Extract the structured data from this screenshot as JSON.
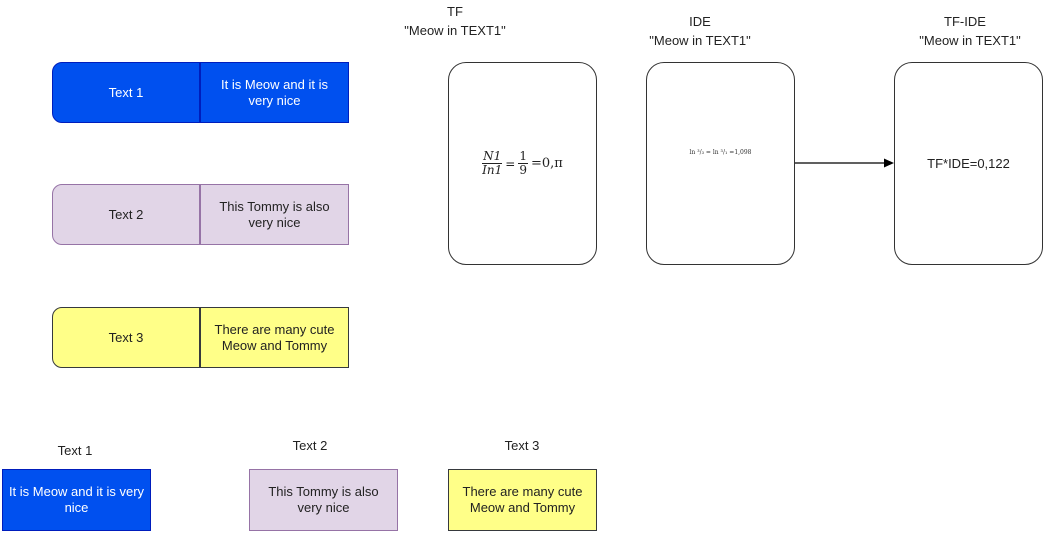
{
  "rows": [
    {
      "label": "Text 1",
      "sentence": "It is  Meow and it is very nice"
    },
    {
      "label": "Text 2",
      "sentence": "This Tommy is also very nice"
    },
    {
      "label": "Text 3",
      "sentence": "There are many cute Meow and Tommy"
    }
  ],
  "bottom": [
    {
      "title": "Text 1",
      "sentence": "It is  Meow and it is very nice"
    },
    {
      "title": "Text 2",
      "sentence": "This Tommy is also very nice"
    },
    {
      "title": "Text 3",
      "sentence": "There are many cute Meow and Tommy"
    }
  ],
  "tf": {
    "title": "TF",
    "subtitle": "\"Meow in TEXT1\"",
    "num1": "N1",
    "den1": "In1",
    "eq1": "=",
    "num2": "1",
    "den2": "9",
    "result": "=0,π"
  },
  "ide": {
    "title": "IDE",
    "subtitle": "\"Meow in TEXT1\"",
    "formula": "ln ³/₃ = ln ³/₁ =1,098"
  },
  "tfide": {
    "title": "TF-IDE",
    "subtitle": "\"Meow in TEXT1\"",
    "result": "TF*IDE=0,122"
  },
  "colors": {
    "blue": "#0050ef",
    "lilac": "#e1d5e7",
    "yellow": "#ffff88"
  }
}
